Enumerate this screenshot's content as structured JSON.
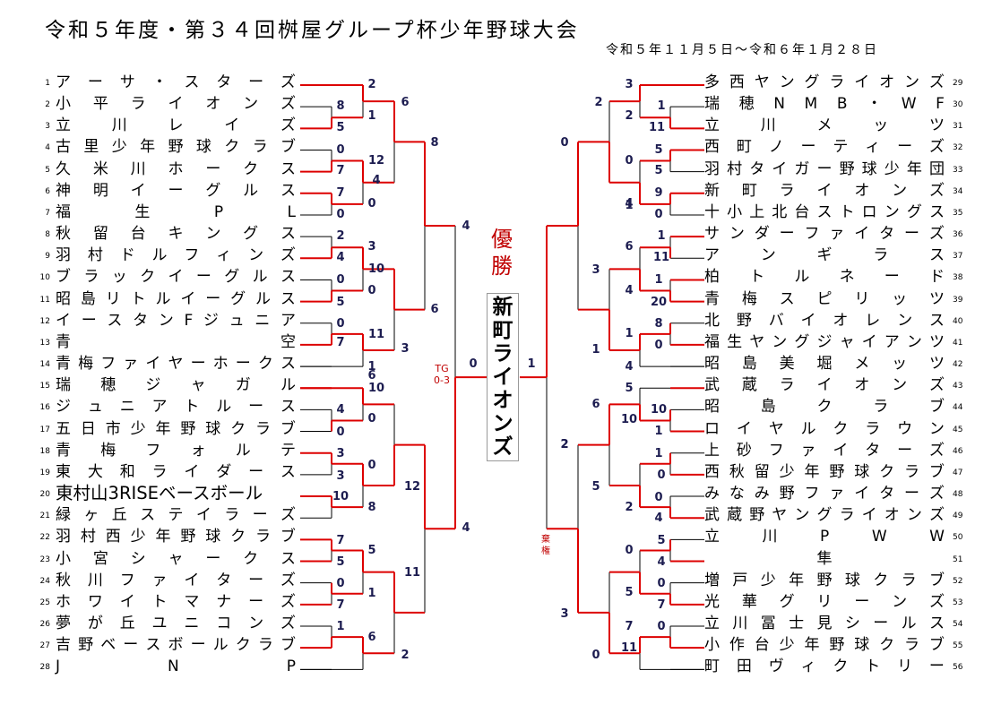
{
  "title": "令和５年度・第３４回桝屋グループ杯少年野球大会",
  "dates": "令和５年１１月５日～令和６年１月２８日",
  "winner_label": "優勝",
  "champion": "新町ライオンズ",
  "colors": {
    "win_line": "#dd0000",
    "line": "#000000",
    "score": "#1c1c50",
    "accent": "#c00000"
  },
  "left_teams": [
    {
      "no": "1",
      "name": "アーサ・スターズ"
    },
    {
      "no": "2",
      "name": "小平ライオンズ"
    },
    {
      "no": "3",
      "name": "立川レイズ"
    },
    {
      "no": "4",
      "name": "古里少年野球クラブ"
    },
    {
      "no": "5",
      "name": "久米川ホークス"
    },
    {
      "no": "6",
      "name": "神明イーグルス"
    },
    {
      "no": "7",
      "name": "福生PL"
    },
    {
      "no": "8",
      "name": "秋留台キングス"
    },
    {
      "no": "9",
      "name": "羽村ドルフィンズ"
    },
    {
      "no": "10",
      "name": "ブラックイーグルス"
    },
    {
      "no": "11",
      "name": "昭島リトルイーグルス"
    },
    {
      "no": "12",
      "name": "イースタンFジュニア"
    },
    {
      "no": "13",
      "name": "青空"
    },
    {
      "no": "14",
      "name": "青梅ファイヤーホークス"
    },
    {
      "no": "15",
      "name": "瑞穂ジャガル"
    },
    {
      "no": "16",
      "name": "ジュニアトルース"
    },
    {
      "no": "17",
      "name": "五日市少年野球クラブ"
    },
    {
      "no": "18",
      "name": "青梅フォルテ"
    },
    {
      "no": "19",
      "name": "東大和ライダース"
    },
    {
      "no": "20",
      "name": "東村山3RISEベースボール"
    },
    {
      "no": "21",
      "name": "緑ヶ丘ステイラーズ"
    },
    {
      "no": "22",
      "name": "羽村西少年野球クラブ"
    },
    {
      "no": "23",
      "name": "小宮シャークス"
    },
    {
      "no": "24",
      "name": "秋川ファイターズ"
    },
    {
      "no": "25",
      "name": "ホワイトマナーズ"
    },
    {
      "no": "26",
      "name": "夢が丘ユニコンズ"
    },
    {
      "no": "27",
      "name": "吉野ベースボールクラブ"
    },
    {
      "no": "28",
      "name": "JNP"
    }
  ],
  "right_teams": [
    {
      "no": "29",
      "name": "多西ヤングライオンズ"
    },
    {
      "no": "30",
      "name": "瑞穂NMB・WF"
    },
    {
      "no": "31",
      "name": "立川メッツ"
    },
    {
      "no": "32",
      "name": "西町ノーティーズ"
    },
    {
      "no": "33",
      "name": "羽村タイガー野球少年団"
    },
    {
      "no": "34",
      "name": "新町ライオンズ"
    },
    {
      "no": "35",
      "name": "十小上北台ストロングス"
    },
    {
      "no": "36",
      "name": "サンダーファイターズ"
    },
    {
      "no": "37",
      "name": "アンギラス"
    },
    {
      "no": "38",
      "name": "柏トルネード"
    },
    {
      "no": "39",
      "name": "青梅スピリッツ"
    },
    {
      "no": "40",
      "name": "北野バイオレンス"
    },
    {
      "no": "41",
      "name": "福生ヤングジャイアンツ"
    },
    {
      "no": "42",
      "name": "昭島美堀メッツ"
    },
    {
      "no": "43",
      "name": "武蔵ライオンズ"
    },
    {
      "no": "44",
      "name": "昭島クラブ"
    },
    {
      "no": "45",
      "name": "ロイヤルクラウン"
    },
    {
      "no": "46",
      "name": "上砂ファイターズ"
    },
    {
      "no": "47",
      "name": "西秋留少年野球クラブ"
    },
    {
      "no": "48",
      "name": "みなみ野ファイターズ"
    },
    {
      "no": "49",
      "name": "武蔵野ヤングライオンズ"
    },
    {
      "no": "50",
      "name": "立川PWW"
    },
    {
      "no": "51",
      "name": "隼"
    },
    {
      "no": "52",
      "name": "増戸少年野球クラブ"
    },
    {
      "no": "53",
      "name": "光華グリーンズ"
    },
    {
      "no": "54",
      "name": "立川冨士見シールス"
    },
    {
      "no": "55",
      "name": "小作台少年野球クラブ"
    },
    {
      "no": "56",
      "name": "町田ヴィクトリー"
    }
  ],
  "scores": [
    "2",
    "8",
    "5",
    "1",
    "0",
    "7",
    "12",
    "7",
    "0",
    "0",
    "4",
    "6",
    "8",
    "2",
    "4",
    "3",
    "0",
    "5",
    "0",
    "10",
    "0",
    "7",
    "11",
    "1",
    "3",
    "6",
    "4",
    "10",
    "4",
    "0",
    "0",
    "3",
    "0",
    "3",
    "10",
    "8",
    "12",
    "6",
    "5",
    "7",
    "5",
    "0",
    "11",
    "1",
    "7",
    "1",
    "6",
    "2",
    "4",
    "0",
    "TG 0-3 note",
    "1",
    "3",
    "1",
    "2",
    "11",
    "0",
    "5",
    "5",
    "9",
    "0",
    "4",
    "1",
    "2",
    "0",
    "1",
    "11",
    "6",
    "1",
    "20",
    "4",
    "3",
    "8",
    "0",
    "1",
    "4",
    "1",
    "5",
    "10",
    "10",
    "1",
    "6",
    "2",
    "1",
    "0",
    "0",
    "4",
    "2",
    "5",
    "2",
    "5",
    "4",
    "0",
    "0",
    "5",
    "7",
    "0",
    "11",
    "7",
    "0",
    "3"
  ],
  "notes": {
    "tg": "TG",
    "tg_score": "0-3",
    "forfeit": "棄権"
  }
}
